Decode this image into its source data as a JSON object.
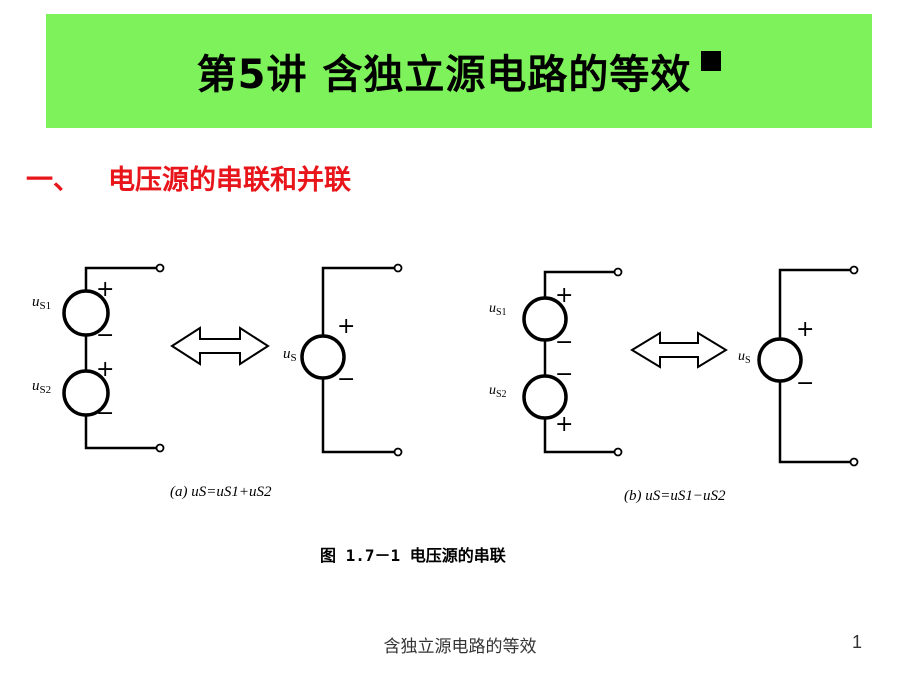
{
  "slide": {
    "title": "第5讲  含独立源电路的等效",
    "section_number": "一、",
    "section_title": "电压源的串联和并联"
  },
  "diagram": {
    "caption": "图 1.7－1   电压源的串联",
    "a": {
      "left_label_1": "u",
      "left_sub_1": "S1",
      "left_label_2": "u",
      "left_sub_2": "S2",
      "right_label": "u",
      "right_sub": "S",
      "plus": "+",
      "minus": "−",
      "formula": "(a) uS=uS1+uS2"
    },
    "b": {
      "left_label_1": "u",
      "left_sub_1": "S1",
      "left_label_2": "u",
      "left_sub_2": "S2",
      "right_label": "u",
      "right_sub": "S",
      "plus": "+",
      "minus": "−",
      "formula": "(b) uS=uS1−uS2"
    }
  },
  "footer": {
    "title": "含独立源电路的等效",
    "page_number": "1"
  }
}
